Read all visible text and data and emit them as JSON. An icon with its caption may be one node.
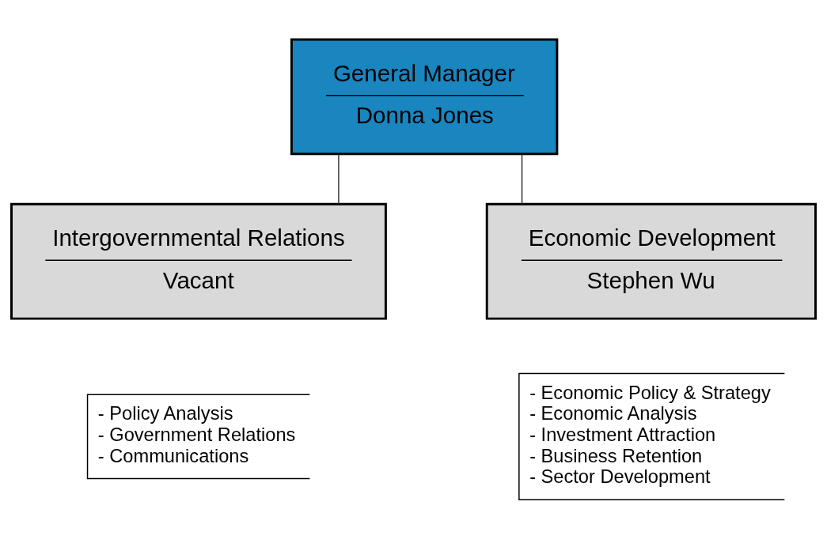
{
  "diagram": {
    "nodes": [
      {
        "text": [
          "General Manager",
          "Donna Jones"
        ]
      },
      {
        "text": [
          "Intergovernmental Relations",
          "Vacant"
        ]
      },
      {
        "text": [
          "Economic Development",
          "Stephen Wu"
        ]
      },
      {
        "text": [
          "- Policy Analysis",
          "- Government Relations",
          "- Communications"
        ]
      },
      {
        "text": [
          "- Economic Policy & Strategy",
          "- Economic Analysis",
          "- Investment Attraction",
          "- Business Retention",
          "- Sector Development"
        ]
      }
    ],
    "edges": [
      {
        "from": 0,
        "to": 1,
        "arrow": "none"
      },
      {
        "from": 0,
        "to": 2,
        "arrow": "none"
      }
    ]
  }
}
